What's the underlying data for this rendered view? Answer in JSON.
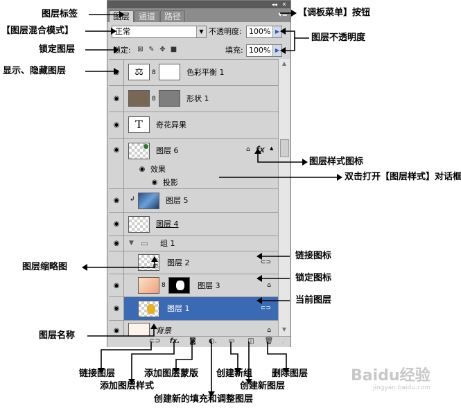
{
  "panel": {
    "tabs": [
      "图层",
      "通道",
      "路径"
    ],
    "blend_mode": "正常",
    "opacity_label": "不透明度:",
    "opacity_value": "100%",
    "lock_label": "锁定:",
    "fill_label": "填充:",
    "fill_value": "100%",
    "layers": [
      {
        "name": "色彩平衡 1",
        "type": "adjustment"
      },
      {
        "name": "形状 1",
        "type": "shape"
      },
      {
        "name": "奇花异果",
        "type": "text",
        "glyph": "T"
      },
      {
        "name": "图层 6",
        "type": "pixel",
        "fx": "fx"
      },
      {
        "name": "效果",
        "type": "effects"
      },
      {
        "name": "投影",
        "type": "effect"
      },
      {
        "name": "图层 5",
        "type": "pixel"
      },
      {
        "name": "图层 4",
        "type": "pixel"
      },
      {
        "name": "组 1",
        "type": "group"
      },
      {
        "name": "图层 2",
        "type": "pixel"
      },
      {
        "name": "图层 3",
        "type": "pixel"
      },
      {
        "name": "图层 1",
        "type": "pixel",
        "selected": true
      },
      {
        "name": "背景",
        "type": "background"
      }
    ],
    "bottom_fx": "fx."
  },
  "annotations": {
    "layer_tab": "图层标签",
    "panel_menu": "【调板菜单】按钮",
    "blend_mode": "【图层混合模式】",
    "opacity": "图层不透明度",
    "lock_layer": "锁定图层",
    "show_hide": "显示、隐藏图层",
    "style_icon": "图层样式图标",
    "double_click": "双击打开【图层样式】对话框",
    "link_icon": "链接图标",
    "thumbnail": "图层缩略图",
    "lock_icon": "锁定图标",
    "current_layer": "当前图层",
    "layer_name": "图层名称",
    "link_layers": "链接图层",
    "add_style": "添加图层样式",
    "add_mask": "添加图层蒙版",
    "new_fill": "创建新的填充和调整图层",
    "new_group": "创建新组",
    "new_layer": "创建新图层",
    "delete_layer": "删除图层"
  },
  "watermark": {
    "brand": "Baidu经验",
    "url": "jingyan.baidu.com"
  },
  "colors": {
    "selected": "#3a6ab4",
    "panel": "#d4d4d4"
  }
}
